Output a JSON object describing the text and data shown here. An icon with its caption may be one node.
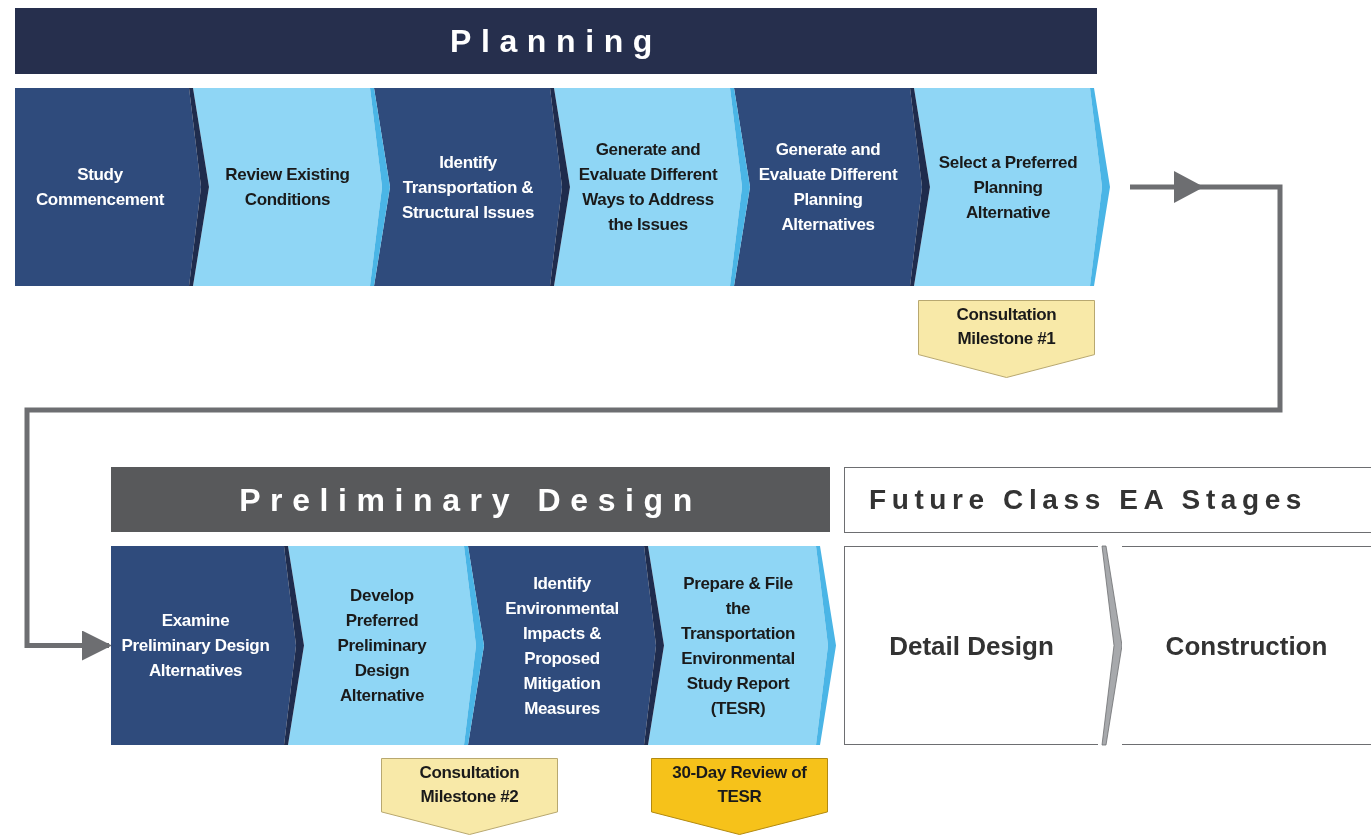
{
  "diagram": {
    "nodes": [
      {
        "text": [
          "Planning"
        ]
      },
      {
        "text": [
          "Study Commencement"
        ]
      },
      {
        "text": [
          "Review Existing Conditions"
        ]
      },
      {
        "text": [
          "Identify Transportation & Structural Issues"
        ]
      },
      {
        "text": [
          "Generate and Evaluate Different Ways to Address the Issues"
        ]
      },
      {
        "text": [
          "Generate and Evaluate Different Planning Alternatives"
        ]
      },
      {
        "text": [
          "Select a Preferred Planning Alternative"
        ]
      },
      {
        "text": [
          "Consultation Milestone #1"
        ]
      },
      {
        "text": [
          "Preliminary Design"
        ]
      },
      {
        "text": [
          "Examine Preliminary Design Alternatives"
        ]
      },
      {
        "text": [
          "Develop Preferred Preliminary Design Alternative"
        ]
      },
      {
        "text": [
          "Identify Environmental Impacts & Proposed Mitigation Measures"
        ]
      },
      {
        "text": [
          "Prepare & File the Transportation Environmental Study Report (TESR)"
        ]
      },
      {
        "text": [
          "Consultation Milestone #2"
        ]
      },
      {
        "text": [
          "30-Day Review of TESR"
        ]
      },
      {
        "text": [
          "Future Class EA Stages"
        ]
      },
      {
        "text": [
          "Detail Design"
        ]
      },
      {
        "text": [
          "Construction"
        ]
      }
    ],
    "edges": [
      {
        "from": 1,
        "to": 2,
        "arrow": "to"
      },
      {
        "from": 2,
        "to": 3,
        "arrow": "to"
      },
      {
        "from": 3,
        "to": 4,
        "arrow": "to"
      },
      {
        "from": 4,
        "to": 5,
        "arrow": "to"
      },
      {
        "from": 5,
        "to": 6,
        "arrow": "to"
      },
      {
        "from": 6,
        "to": null,
        "arrow": "to"
      },
      {
        "from": 6,
        "to": 9,
        "arrow": "to"
      },
      {
        "from": 9,
        "to": 10,
        "arrow": "to"
      },
      {
        "from": 10,
        "to": 11,
        "arrow": "to"
      },
      {
        "from": 11,
        "to": 12,
        "arrow": "to"
      },
      {
        "from": 12,
        "to": null,
        "arrow": "to"
      },
      {
        "from": 16,
        "to": 17,
        "arrow": "to"
      }
    ]
  }
}
